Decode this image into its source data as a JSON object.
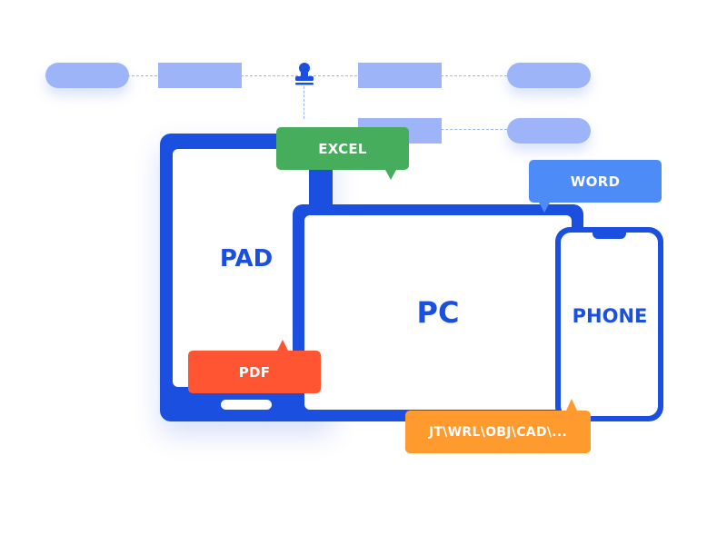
{
  "devices": {
    "pad": {
      "label": "PAD"
    },
    "pc": {
      "label": "PC"
    },
    "phone": {
      "label": "PHONE"
    }
  },
  "formats": {
    "excel": {
      "label": "EXCEL",
      "color": "#46ad5d"
    },
    "word": {
      "label": "WORD",
      "color": "#4d8cf7"
    },
    "pdf": {
      "label": "PDF",
      "color": "#ff5533"
    },
    "other": {
      "label": "JT\\WRL\\OBJ\\CAD\\...",
      "color": "#ff9a2e"
    }
  },
  "colors": {
    "device_blue": "#1a4fe0",
    "flow_node": "#9db4f9"
  },
  "icons": {
    "approval": "approval-stamp-icon"
  }
}
